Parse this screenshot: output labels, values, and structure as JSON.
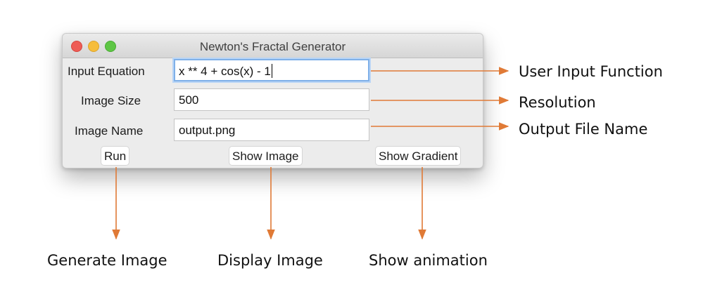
{
  "window": {
    "title": "Newton's Fractal Generator"
  },
  "form": {
    "equation": {
      "label": "Input Equation",
      "value": "x ** 4 + cos(x) - 1"
    },
    "size": {
      "label": "Image Size",
      "value": "500"
    },
    "name": {
      "label": "Image Name",
      "value": "output.png"
    }
  },
  "buttons": {
    "run": "Run",
    "show_image": "Show Image",
    "show_gradient": "Show Gradient"
  },
  "annotations": {
    "input_function": "User Input Function",
    "resolution": "Resolution",
    "output_file": "Output File Name",
    "generate": "Generate Image",
    "display": "Display Image",
    "animation": "Show animation"
  },
  "colors": {
    "arrow": "#e07a36",
    "focus_ring": "#7fb0e8"
  }
}
